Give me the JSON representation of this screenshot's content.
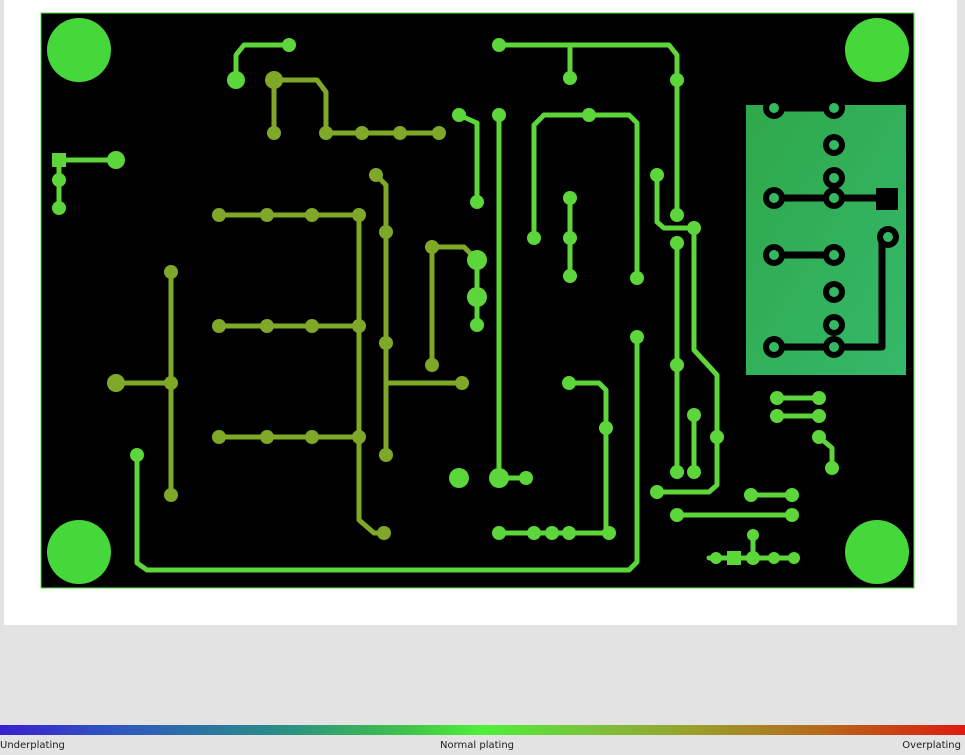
{
  "legend": {
    "underplating": "Underplating",
    "normal": "Normal plating",
    "overplating": "Overplating"
  },
  "colors": {
    "board_background": "#000000",
    "board_outline": "#4ee03c",
    "normal_copper": "#4de63a",
    "copper_light_green": "#62d838",
    "copper_olive": "#7fa828",
    "copper_dark_olive": "#8a9a1e",
    "copper_pad_area": "#30b060",
    "scale_low": "#3a1fd0",
    "scale_mid": "#4df03a",
    "scale_high": "#e01a10"
  }
}
